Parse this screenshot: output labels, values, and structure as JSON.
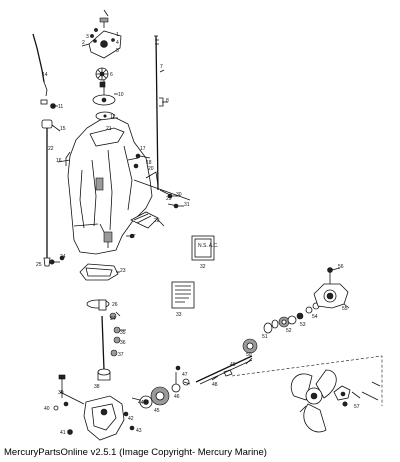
{
  "caption": "MercuryPartsOnline v2.5.1 (Image Copyright- Mercury Marine)",
  "labels": {
    "n1": "1",
    "n2": "2",
    "n3": "3",
    "n4": "4",
    "n5": "5",
    "n6": "6",
    "n7": "7",
    "n8": "8",
    "n10": "10",
    "n11": "11",
    "n12": "12",
    "n14": "14",
    "n15": "15",
    "n16": "16",
    "n17": "17",
    "n18": "18",
    "n20": "20",
    "n21": "21",
    "n22": "22",
    "n23": "23",
    "n24": "24",
    "n25": "25",
    "n26": "26",
    "n27": "27",
    "n28": "28",
    "n29": "29",
    "n30": "30",
    "n31": "31",
    "n32": "32",
    "n33": "33",
    "n34": "34",
    "n35": "35",
    "n36": "36",
    "n37": "37",
    "n38": "38",
    "n39": "39",
    "n40": "40",
    "n41": "41",
    "n42": "42",
    "n43": "43",
    "n44": "44",
    "n45": "45",
    "n46": "46",
    "n47": "47",
    "n48": "48",
    "n49": "49",
    "n50": "50",
    "n51": "51",
    "n52": "52",
    "n53": "53",
    "n54": "54",
    "n55": "55",
    "n56": "56",
    "n57": "57"
  },
  "decal_text": "N.S. A.C."
}
